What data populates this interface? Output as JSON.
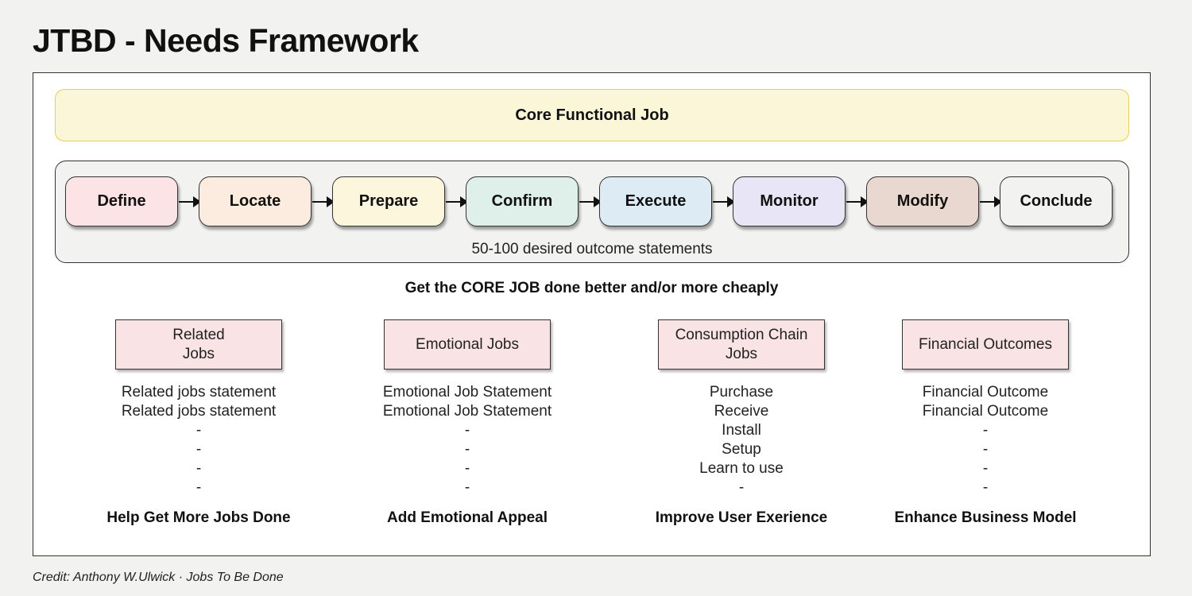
{
  "title": "JTBD - Needs Framework",
  "core_job": "Core Functional Job",
  "steps": [
    {
      "label": "Define",
      "color": "#fbe3e6"
    },
    {
      "label": "Locate",
      "color": "#fcece0"
    },
    {
      "label": "Prepare",
      "color": "#fcf6dc"
    },
    {
      "label": "Confirm",
      "color": "#dff0ea"
    },
    {
      "label": "Execute",
      "color": "#ddebf5"
    },
    {
      "label": "Monitor",
      "color": "#e8e6f6"
    },
    {
      "label": "Modify",
      "color": "#e9d8cf"
    },
    {
      "label": "Conclude",
      "color": "#f2f2f1"
    }
  ],
  "outcome_note": "50-100 desired outcome statements",
  "tagline": "Get the CORE JOB done better and/or more cheaply",
  "columns": [
    {
      "box": "Related\nJobs",
      "items": [
        "Related jobs statement",
        "Related jobs statement",
        "-",
        "-",
        "-",
        "-"
      ],
      "footer": "Help Get More Jobs Done"
    },
    {
      "box": "Emotional Jobs",
      "items": [
        "Emotional Job Statement",
        "Emotional Job Statement",
        "-",
        "-",
        "-",
        "-"
      ],
      "footer": "Add Emotional Appeal"
    },
    {
      "box": "Consumption Chain\nJobs",
      "items": [
        "Purchase",
        "Receive",
        "Install",
        "Setup",
        "Learn to use",
        "-"
      ],
      "footer": "Improve User Exerience"
    },
    {
      "box": "Financial Outcomes",
      "items": [
        "Financial Outcome",
        "Financial Outcome",
        "-",
        "-",
        "-",
        "-"
      ],
      "footer": "Enhance Business Model"
    }
  ],
  "credit": "Credit:  Anthony W.Ulwick · Jobs To Be Done"
}
